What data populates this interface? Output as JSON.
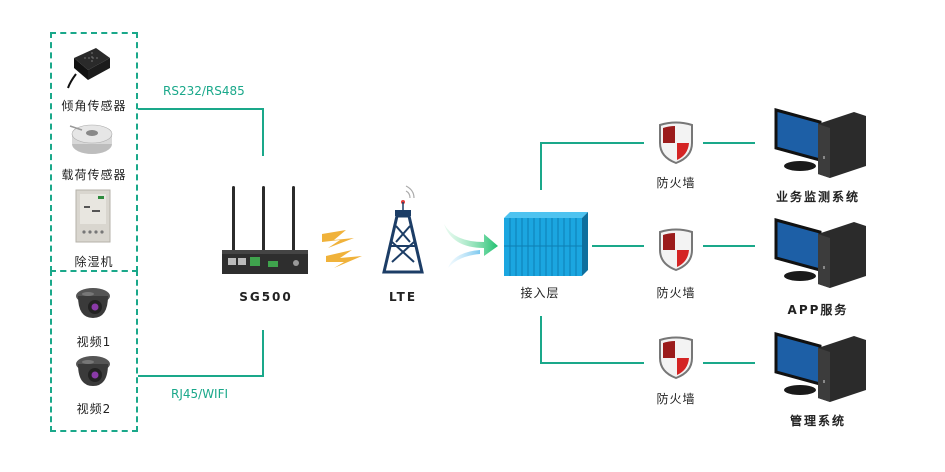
{
  "diagram": {
    "accent_color": "#1aa88a",
    "devices_top_group": [
      {
        "label": "倾角传感器",
        "icon": "tilt-sensor-icon"
      },
      {
        "label": "载荷传感器",
        "icon": "load-sensor-icon"
      },
      {
        "label": "除湿机",
        "icon": "dehumidifier-icon"
      }
    ],
    "devices_bottom_group": [
      {
        "label": "视频1",
        "icon": "camera-icon"
      },
      {
        "label": "视频2",
        "icon": "camera-icon"
      }
    ],
    "links": {
      "serial": "RS232/RS485",
      "network": "RJ45/WIFI"
    },
    "gateway": {
      "label": "SG500",
      "icon": "router-icon"
    },
    "tower": {
      "label": "LTE",
      "icon": "cell-tower-icon"
    },
    "access_layer": {
      "label": "接入层",
      "icon": "server-rack-icon"
    },
    "firewalls": [
      {
        "label": "防火墙"
      },
      {
        "label": "防火墙"
      },
      {
        "label": "防火墙"
      }
    ],
    "systems": [
      {
        "label": "业务监测系统"
      },
      {
        "label": "APP服务"
      },
      {
        "label": "管理系统"
      }
    ]
  }
}
